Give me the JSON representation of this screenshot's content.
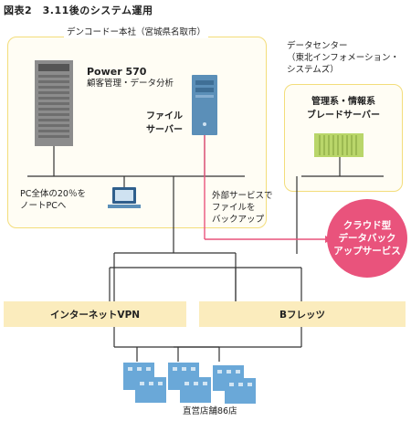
{
  "figure_title": "図表2　3.11後のシステム運用",
  "hq": {
    "label": "デンコードー本社（宮城県名取市）",
    "server_name": "Power 570",
    "server_role": "顧客管理・データ分析",
    "file_server_line1": "ファイル",
    "file_server_line2": "サーバー",
    "notebook_line1": "PC全体の20％を",
    "notebook_line2": "ノートPCへ"
  },
  "datacenter": {
    "label_line1": "データセンター",
    "label_line2": "（東北インフォメーション・",
    "label_line3": "システムズ）",
    "blade_line1": "管理系・情報系",
    "blade_line2": "ブレードサーバー"
  },
  "backup_note": {
    "line1": "外部サービスで",
    "line2": "ファイルを",
    "line3": "バックアップ"
  },
  "cloud": {
    "line1": "クラウド型",
    "line2": "データバック",
    "line3": "アップサービス"
  },
  "networks": {
    "vpn": "インターネットVPN",
    "bflets": "Bフレッツ"
  },
  "stores_label": "直営店舗86店",
  "colors": {
    "box_border": "#f3dd7a",
    "network_bar": "#fbecbd",
    "cloud": "#e9537c",
    "server_blue": "#5b8fb8",
    "blade_green": "#b9d66a",
    "store_blue": "#6aa8d8"
  }
}
